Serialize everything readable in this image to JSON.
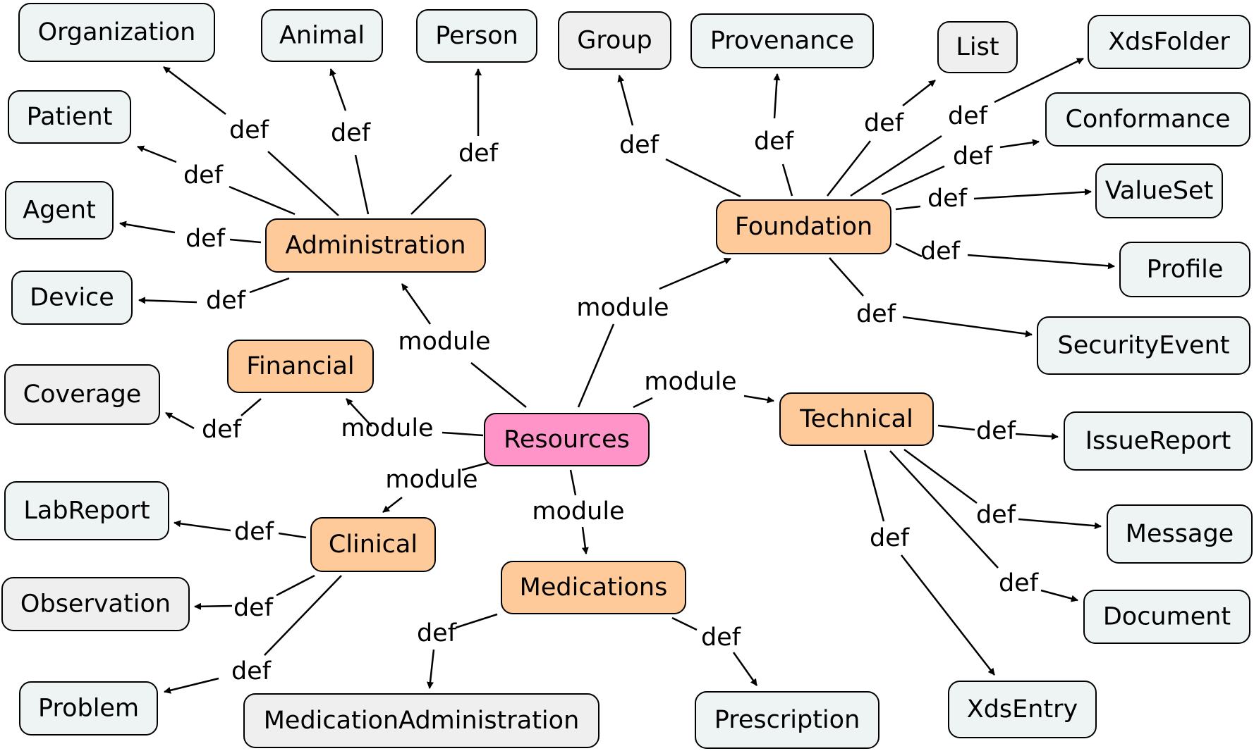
{
  "colors": {
    "hub": "#ff94c8",
    "module": "#ffca9a",
    "resource": "#eef4f4",
    "resource_alt": "#efefef",
    "stroke": "#000000",
    "background": "#ffffff"
  },
  "nodes": {
    "resources": "Resources",
    "administration": "Administration",
    "foundation": "Foundation",
    "financial": "Financial",
    "technical": "Technical",
    "clinical": "Clinical",
    "medications": "Medications",
    "organization": "Organization",
    "animal": "Animal",
    "person": "Person",
    "patient": "Patient",
    "agent": "Agent",
    "device": "Device",
    "group": "Group",
    "provenance": "Provenance",
    "list": "List",
    "xdsfolder": "XdsFolder",
    "conformance": "Conformance",
    "valueset": "ValueSet",
    "profile": "Profile",
    "securityevent": "SecurityEvent",
    "coverage": "Coverage",
    "issuereport": "IssueReport",
    "message": "Message",
    "document": "Document",
    "xdsentry": "XdsEntry",
    "labreport": "LabReport",
    "observation": "Observation",
    "problem": "Problem",
    "medicationadministration": "MedicationAdministration",
    "prescription": "Prescription"
  },
  "edges": {
    "resources_administration": "module",
    "resources_foundation": "module",
    "resources_financial": "module",
    "resources_technical": "module",
    "resources_clinical": "module",
    "resources_medications": "module",
    "administration_organization": "def",
    "administration_animal": "def",
    "administration_person": "def",
    "administration_patient": "def",
    "administration_agent": "def",
    "administration_device": "def",
    "foundation_group": "def",
    "foundation_provenance": "def",
    "foundation_list": "def",
    "foundation_xdsfolder": "def",
    "foundation_conformance": "def",
    "foundation_valueset": "def",
    "foundation_profile": "def",
    "foundation_securityevent": "def",
    "financial_coverage": "def",
    "technical_issuereport": "def",
    "technical_message": "def",
    "technical_document": "def",
    "technical_xdsentry": "def",
    "clinical_labreport": "def",
    "clinical_observation": "def",
    "clinical_problem": "def",
    "medications_medicationadministration": "def",
    "medications_prescription": "def"
  }
}
